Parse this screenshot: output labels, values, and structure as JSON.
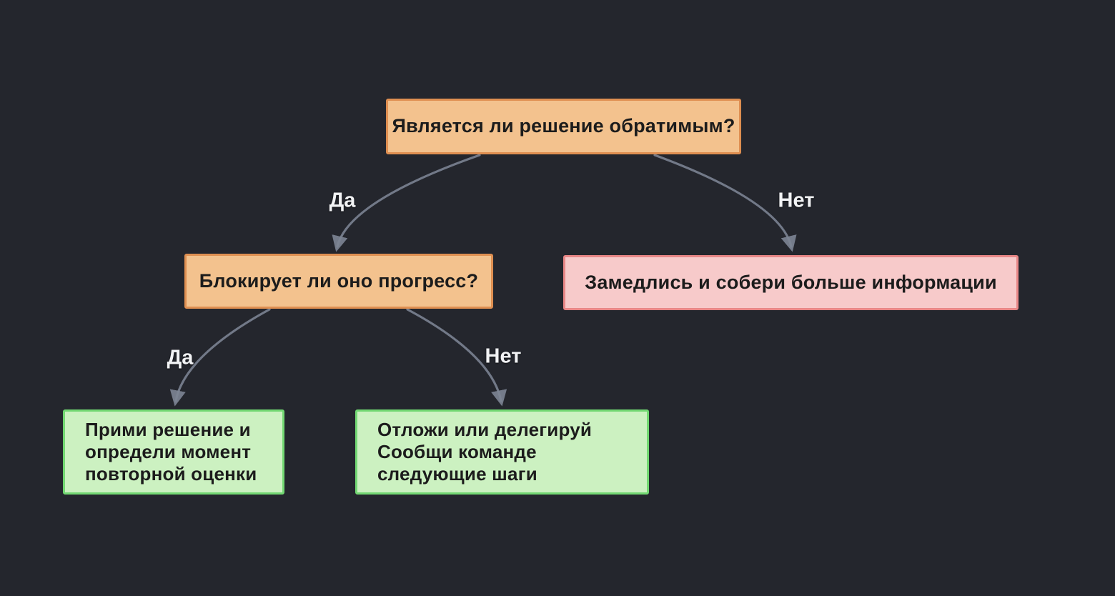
{
  "diagram": {
    "nodes": [
      {
        "id": "root-question",
        "label": "Является ли решение обратимым?",
        "kind": "question",
        "fill": "#f3c28e",
        "border": "#df8f51"
      },
      {
        "id": "blocks-progress-question",
        "label": "Блокирует ли оно прогресс?",
        "kind": "question",
        "fill": "#f3c28e",
        "border": "#df8f51"
      },
      {
        "id": "slow-down-outcome",
        "label": "Замедлись и собери больше информации",
        "kind": "caution",
        "fill": "#f7caca",
        "border": "#e88787"
      },
      {
        "id": "decide-now-outcome",
        "label": "Прими решение и\nопредели момент\nповторной оценки",
        "kind": "action",
        "fill": "#ccf1c1",
        "border": "#72d872"
      },
      {
        "id": "defer-delegate-outcome",
        "label": "Отложи или делегируй\nСообщи команде\nследующие шаги",
        "kind": "action",
        "fill": "#ccf1c1",
        "border": "#72d872"
      }
    ],
    "edges": [
      {
        "from": "root-question",
        "to": "blocks-progress-question",
        "label": "Да"
      },
      {
        "from": "root-question",
        "to": "slow-down-outcome",
        "label": "Нет"
      },
      {
        "from": "blocks-progress-question",
        "to": "decide-now-outcome",
        "label": "Да"
      },
      {
        "from": "blocks-progress-question",
        "to": "defer-delegate-outcome",
        "label": "Нет"
      }
    ],
    "colors": {
      "background": "#24262d",
      "arrow": "#7d8595",
      "node_text": "#1c1c1c",
      "edge_label_text": "#f2f3f5"
    }
  }
}
